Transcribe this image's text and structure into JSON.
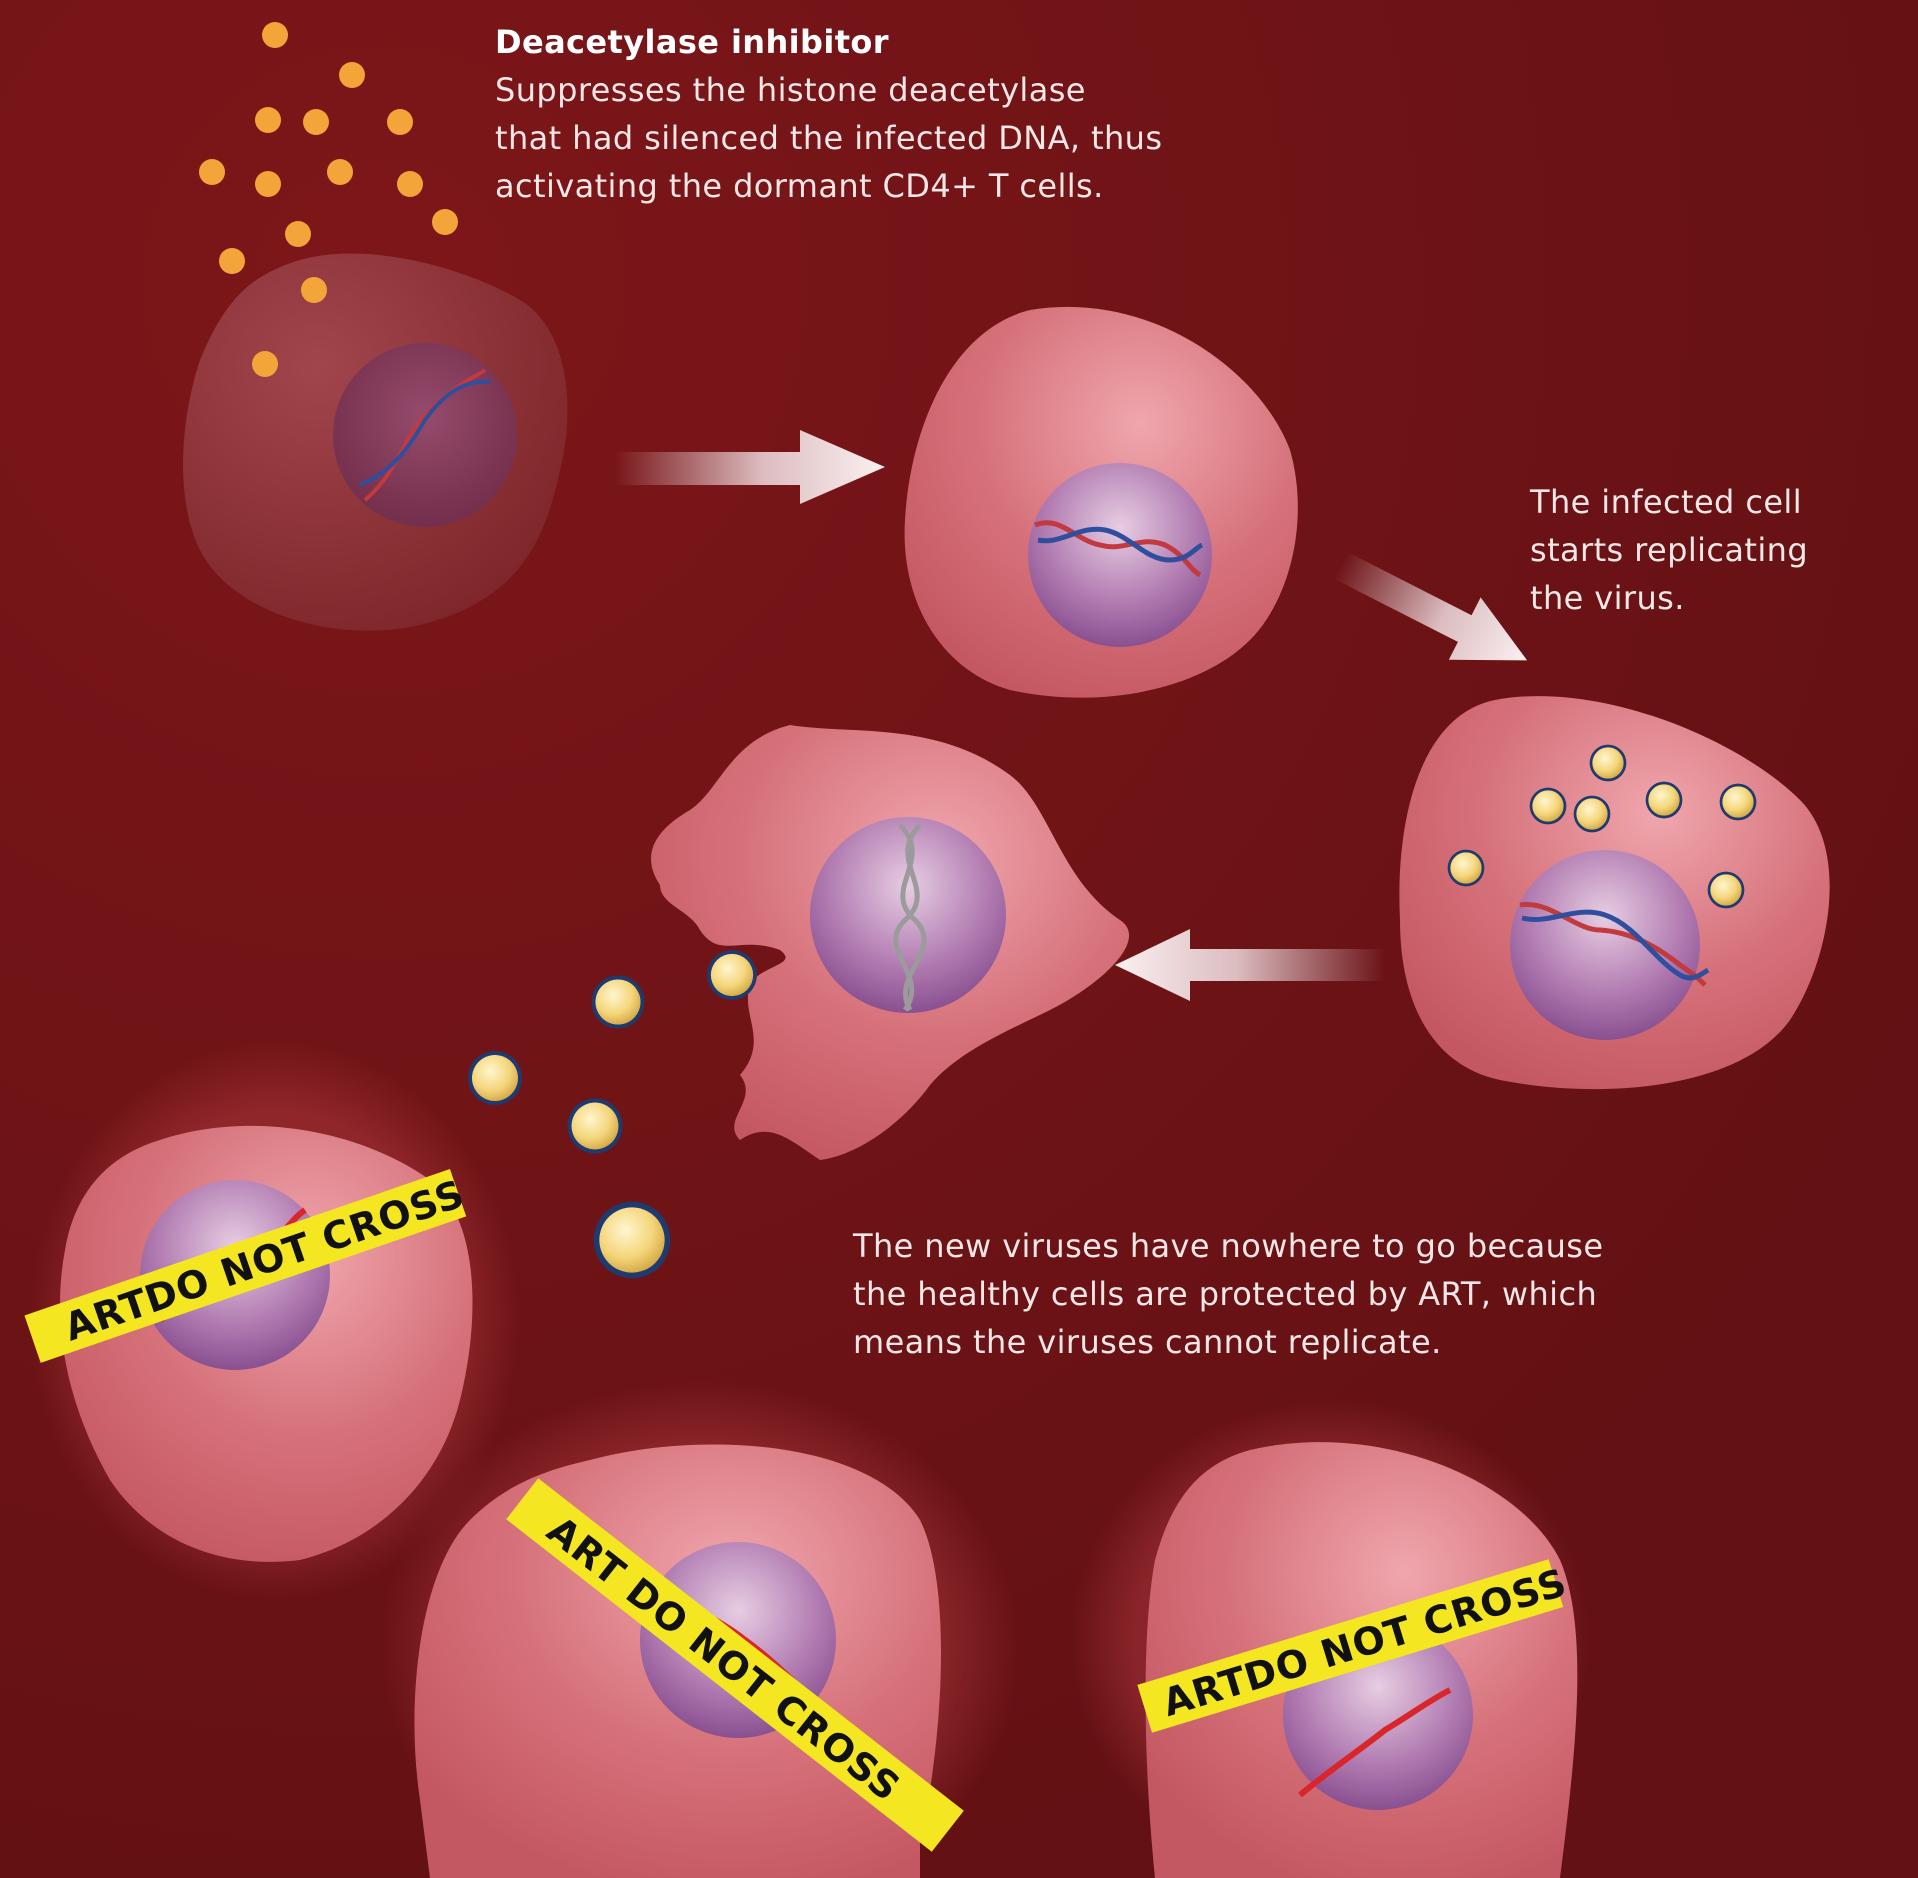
{
  "drug": {
    "title": "Deacetylase inhibitor",
    "lines": [
      "Suppresses the histone deacetylase",
      "that had silenced the infected DNA, thus",
      "activating the dormant CD4+ T cells."
    ]
  },
  "replication": {
    "lines": [
      "The infected cell",
      "starts replicating",
      "the virus."
    ]
  },
  "protection": {
    "lines": [
      "The new viruses have nowhere to go because",
      "the healthy cells are protected by ART, which",
      "means the viruses cannot replicate."
    ]
  },
  "tape": {
    "art": "ART",
    "warning": "DO NOT CROSS",
    "color": "#f5e622"
  },
  "colors": {
    "background": "#6e1316",
    "cell": "#d8737b",
    "nucleus": "#9b5a98",
    "drug_dot": "#f4a53a",
    "virion": "#f4d57a"
  }
}
